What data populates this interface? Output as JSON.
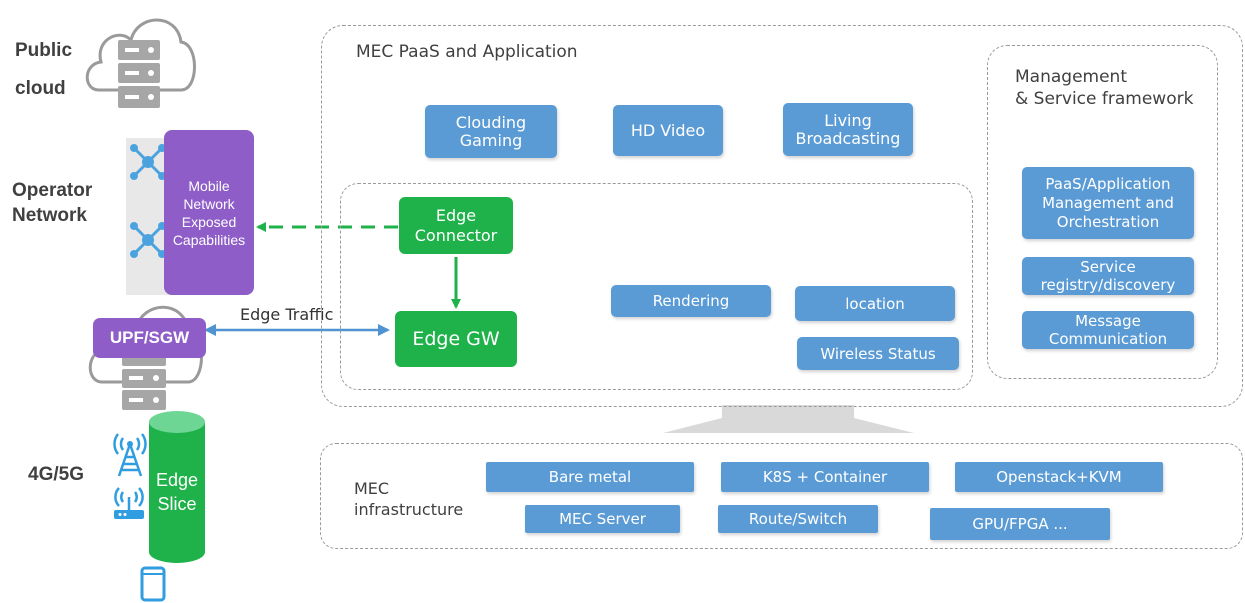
{
  "left": {
    "public_cloud": "Public\ncloud",
    "operator_network": "Operator\nNetwork",
    "network_label": "4G/5G",
    "mobile_network": "Mobile\nNetwork\nExposed\nCapabilities",
    "upf": "UPF/SGW",
    "edge_traffic": "Edge Traffic",
    "edge_slice": "Edge\nSlice"
  },
  "paas": {
    "title": "MEC PaaS and Application",
    "apps": [
      "Clouding\nGaming",
      "HD Video",
      "Living\nBroadcasting"
    ],
    "edge_connector": "Edge\nConnector",
    "edge_gw": "Edge GW",
    "services": [
      "Rendering",
      "location",
      "Wireless Status"
    ]
  },
  "management": {
    "title": "Management\n& Service framework",
    "items": [
      "PaaS/Application\nManagement and\nOrchestration",
      "Service\nregistry/discovery",
      "Message\nCommunication"
    ]
  },
  "infra": {
    "title": "MEC\ninfrastructure",
    "items": [
      "Bare metal",
      "K8S + Container",
      "Openstack+KVM",
      "MEC Server",
      "Route/Switch",
      "GPU/FPGA ..."
    ]
  },
  "colors": {
    "blue": "#5b9bd5",
    "green": "#1fb24a",
    "purple": "#8e5dc8",
    "arrow_blue": "#4f93d2"
  }
}
